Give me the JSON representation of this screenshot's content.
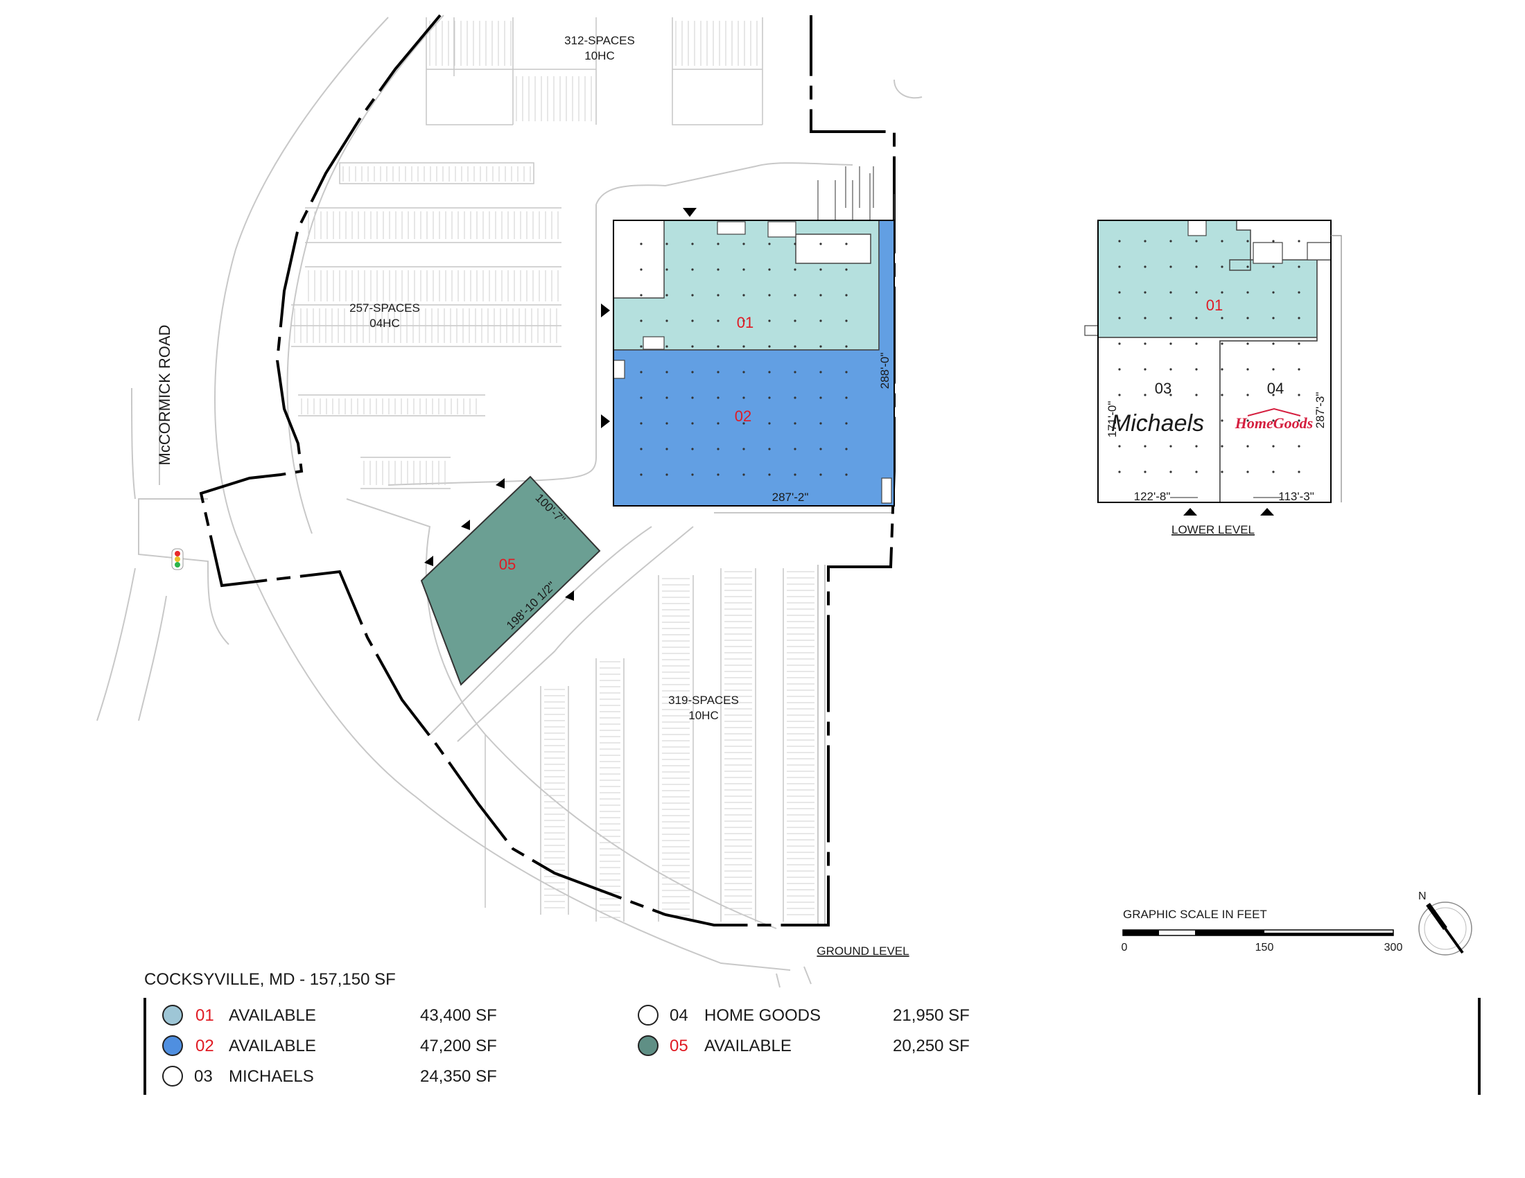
{
  "colors": {
    "suite_01": "#b5e0de",
    "suite_02": "#629fe3",
    "suite_03": "#ffffff",
    "suite_04": "#ffffff",
    "suite_05": "#6b9f93",
    "suite_label": "#e01b24",
    "line": "#000000",
    "road": "#c8c8c8",
    "parking": "#bdbdbd"
  },
  "site": {
    "road_name": "McCORMICK ROAD",
    "ground_level_label": "GROUND LEVEL",
    "lower_level_label": "LOWER LEVEL",
    "parking_north": {
      "spaces": "312-SPACES",
      "hc": "10HC"
    },
    "parking_west": {
      "spaces": "257-SPACES",
      "hc": "04HC"
    },
    "parking_south": {
      "spaces": "319-SPACES",
      "hc": "10HC"
    }
  },
  "ground": {
    "suite_01": "01",
    "suite_02": "02",
    "suite_05": "05",
    "dim_height": "288'-0\"",
    "dim_width": "287'-2\"",
    "pad_dim_top": "100'-7\"",
    "pad_dim_long": "198'-10 1/2\""
  },
  "lower": {
    "suite_01": "01",
    "suite_03": "03",
    "suite_04": "04",
    "tenant_03_logo": "Michaels",
    "tenant_04_logo": "HomeGoods",
    "dim_03_height": "171'-0\"",
    "dim_03_width": "122'-8\"",
    "dim_04_height": "287'-3\"",
    "dim_04_width": "113'-3\""
  },
  "scale": {
    "title": "GRAPHIC SCALE IN FEET",
    "ticks": [
      "0",
      "150",
      "300"
    ],
    "north": "N"
  },
  "legend": {
    "title": "COCKSYVILLE, MD - 157,150 SF",
    "items": [
      {
        "num": "01",
        "label": "AVAILABLE",
        "area": "43,400 SF"
      },
      {
        "num": "02",
        "label": "AVAILABLE",
        "area": "47,200 SF"
      },
      {
        "num": "03",
        "label": "MICHAELS",
        "area": "24,350 SF"
      },
      {
        "num": "04",
        "label": "HOME GOODS",
        "area": "21,950 SF"
      },
      {
        "num": "05",
        "label": "AVAILABLE",
        "area": "20,250 SF"
      }
    ]
  }
}
